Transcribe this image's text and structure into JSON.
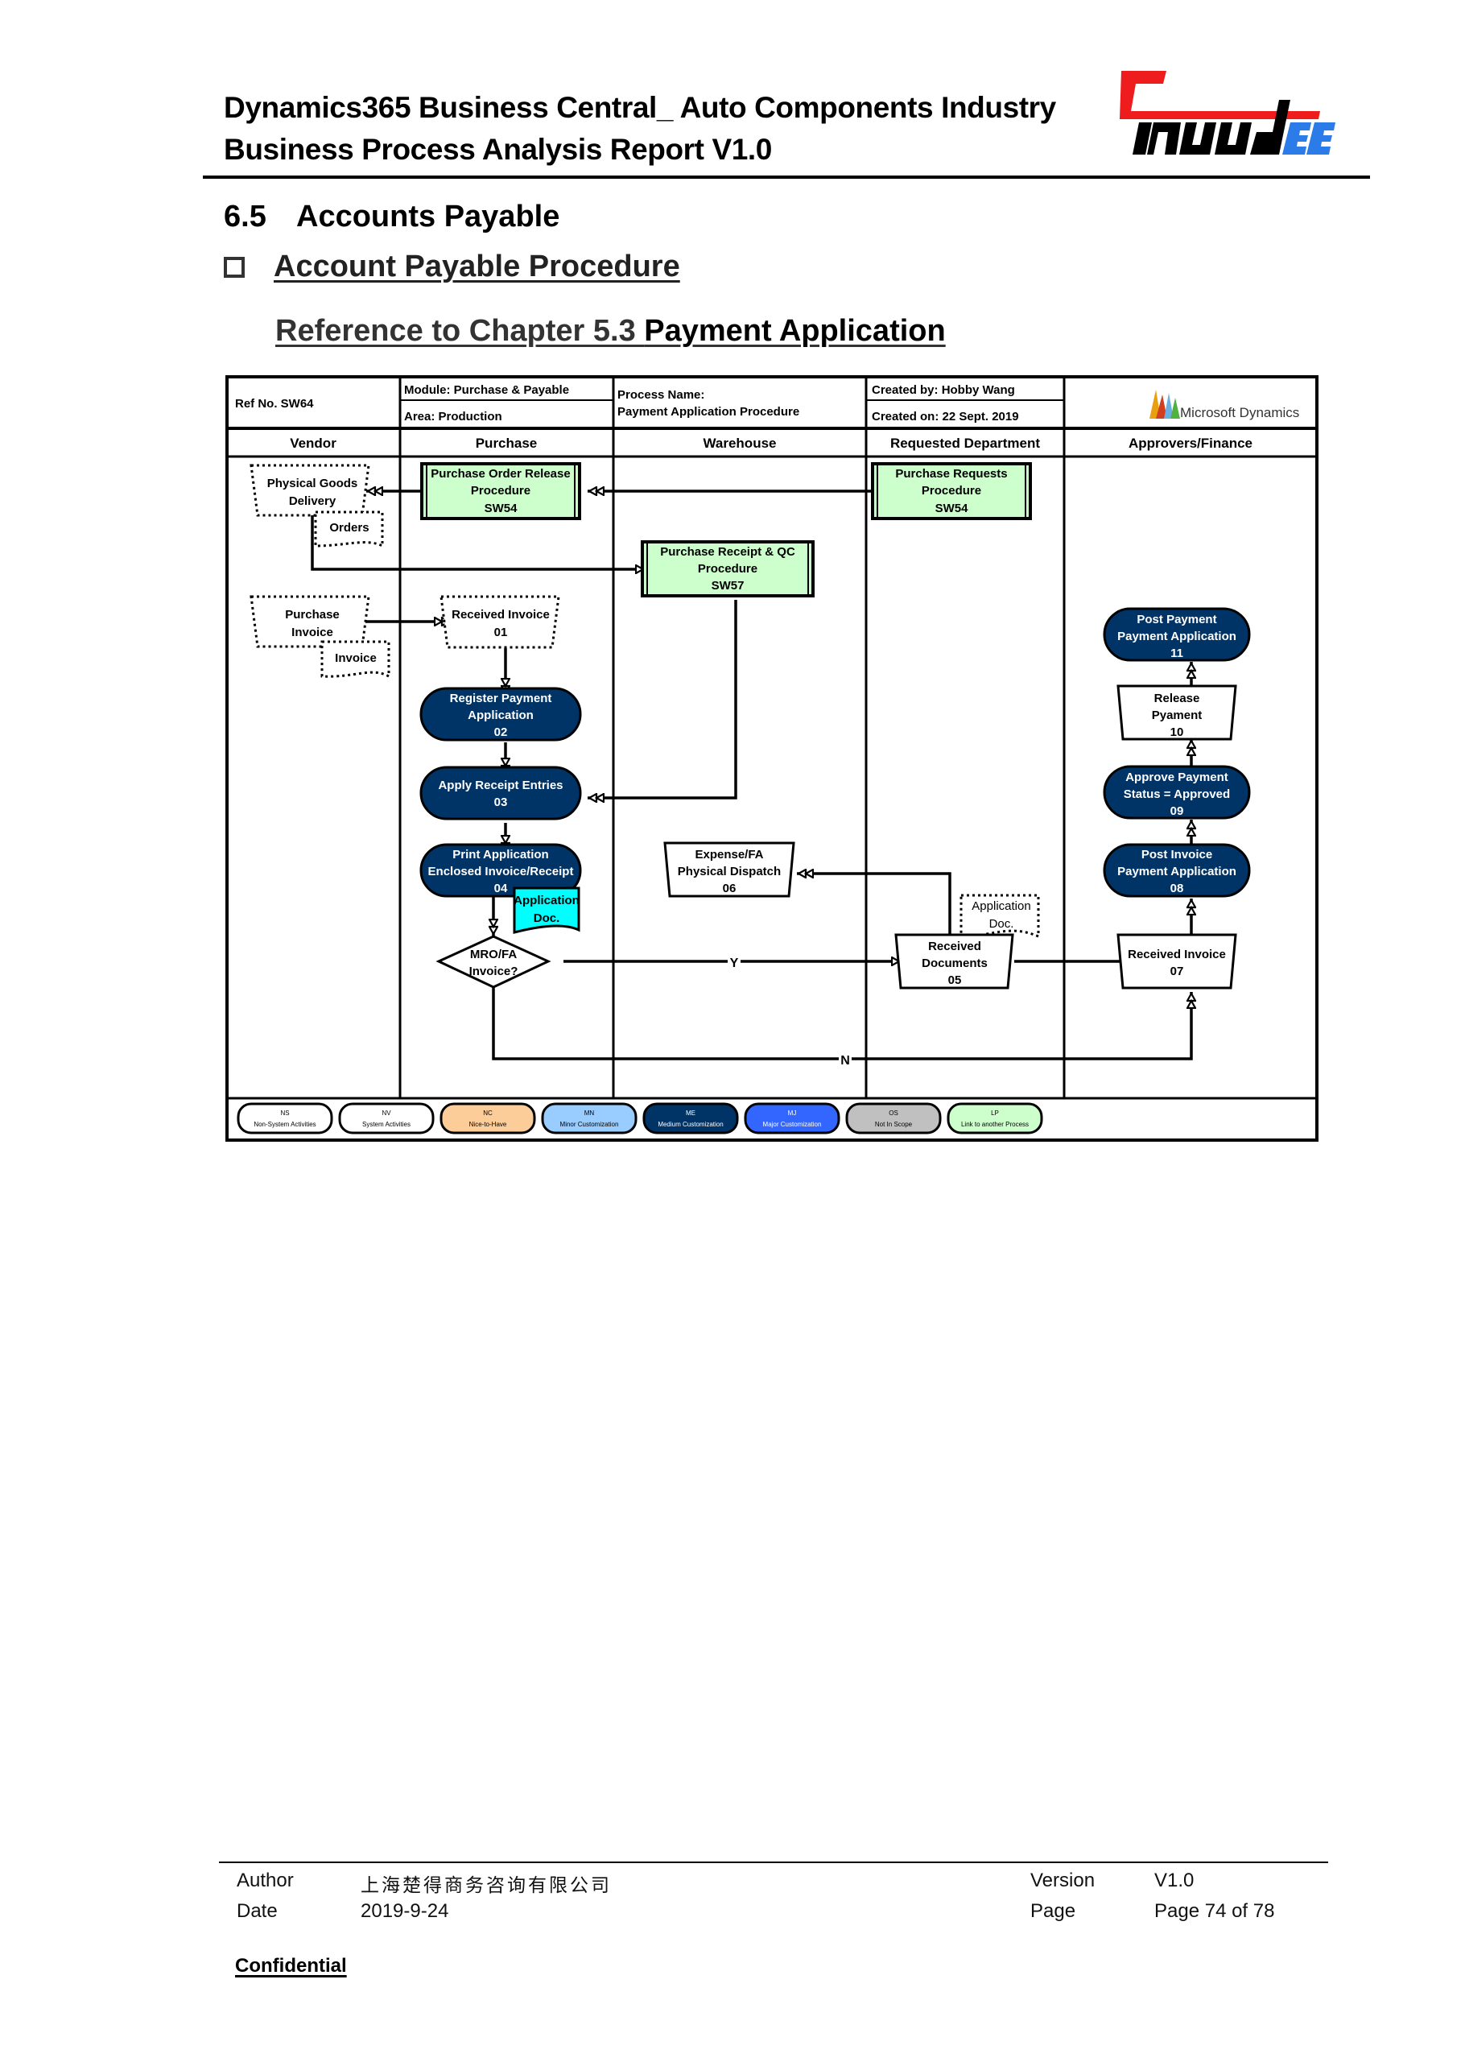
{
  "document": {
    "header_title_line1": "Dynamics365 Business Central_ Auto Components Industry",
    "header_title_line2": "Business Process Analysis Report V1.0",
    "logo_text_main": "Chudee",
    "logo_text_accent": "EE",
    "section_number": "6.5",
    "section_title": "Accounts Payable",
    "bullet_heading": "Account Payable Procedure",
    "reference_prefix": "Reference to Chapter 5.3 ",
    "reference_link": "Payment Application"
  },
  "process_header": {
    "ref_no": "Ref No.  SW64",
    "module": "Module: Purchase & Payable",
    "area": "Area:  Production",
    "process_name_label": "Process Name:",
    "process_name": "Payment Application Procedure",
    "created_by": "Created by: Hobby Wang",
    "created_on": "Created on: 22 Sept. 2019",
    "brand_logo_text": "Microsoft Dynamics"
  },
  "lanes": [
    "Vendor",
    "Purchase",
    "Warehouse",
    "Requested Department",
    "Approvers/Finance"
  ],
  "nodes": {
    "physical_goods": {
      "line1": "Physical Goods",
      "line2": "Delivery"
    },
    "orders_doc": {
      "line1": "Orders"
    },
    "purchase_invoice": {
      "line1": "Purchase",
      "line2": "Invoice"
    },
    "invoice_doc": {
      "line1": "Invoice"
    },
    "po_release": {
      "line1": "Purchase Order Release",
      "line2": "Procedure",
      "line3": "SW54"
    },
    "purchase_requests": {
      "line1": "Purchase Requests",
      "line2": "Procedure",
      "line3": "SW54"
    },
    "receipt_qc": {
      "line1": "Purchase Receipt & QC",
      "line2": "Procedure",
      "line3": "SW57"
    },
    "step01": {
      "line1": "Received Invoice",
      "line2": "01"
    },
    "step02": {
      "line1": "Register Payment",
      "line2": "Application",
      "line3": "02"
    },
    "step03": {
      "line1": "Apply Receipt Entries",
      "line2": "03"
    },
    "step04": {
      "line1": "Print Application",
      "line2": "Enclosed Invoice/Receipt",
      "line3": "04"
    },
    "app_doc_cyan": {
      "line1": "Application",
      "line2": "Doc."
    },
    "decision": {
      "line1": "MRO/FA",
      "line2": "Invoice?"
    },
    "step05": {
      "line1": "Received",
      "line2": "Documents",
      "line3": "05"
    },
    "app_doc_dotted": {
      "line1": "Application",
      "line2": "Doc."
    },
    "step06": {
      "line1": "Expense/FA",
      "line2": "Physical Dispatch",
      "line3": "06"
    },
    "step07": {
      "line1": "Received Invoice",
      "line2": "07"
    },
    "step08": {
      "line1": "Post Invoice",
      "line2": "Payment Application",
      "line3": "08"
    },
    "step09": {
      "line1": "Approve Payment",
      "line2": "Status = Approved",
      "line3": "09"
    },
    "step10": {
      "line1": "Release",
      "line2": "Pyament",
      "line3": "10"
    },
    "step11": {
      "line1": "Post Payment",
      "line2": "Payment Application",
      "line3": "11"
    }
  },
  "edge_labels": {
    "yes": "Y",
    "no": "N"
  },
  "legend": [
    {
      "code": "NS",
      "label": "Non-System Activities",
      "fill": "#ffffff",
      "text": "#000000"
    },
    {
      "code": "NV",
      "label": "System Activities",
      "fill": "#ffffff",
      "text": "#000000"
    },
    {
      "code": "NC",
      "label": "Nice-to-Have",
      "fill": "#fccc99",
      "text": "#000000"
    },
    {
      "code": "MN",
      "label": "Minor Customization",
      "fill": "#99ccff",
      "text": "#000000"
    },
    {
      "code": "ME",
      "label": "Medium Customization",
      "fill": "#003366",
      "text": "#ffffff"
    },
    {
      "code": "MJ",
      "label": "Major Customization",
      "fill": "#3366ff",
      "text": "#ffffff"
    },
    {
      "code": "OS",
      "label": "Not In Scope",
      "fill": "#c0c0c0",
      "text": "#000000"
    },
    {
      "code": "LP",
      "label": "Link to another Process",
      "fill": "#ccffcc",
      "text": "#000000"
    }
  ],
  "colors": {
    "navy": "#003366",
    "light_green": "#ccffcc",
    "cyan": "#00ffff",
    "logo_red": "#ee1c1c",
    "logo_blue": "#2b7be8"
  },
  "footer": {
    "author_label": "Author",
    "author_value": "上海楚得商务咨询有限公司",
    "date_label": "Date",
    "date_value": "2019-9-24",
    "version_label": "Version",
    "version_value": "V1.0",
    "page_label": "Page",
    "page_value": "Page 74 of 78",
    "confidential": "Confidential"
  }
}
